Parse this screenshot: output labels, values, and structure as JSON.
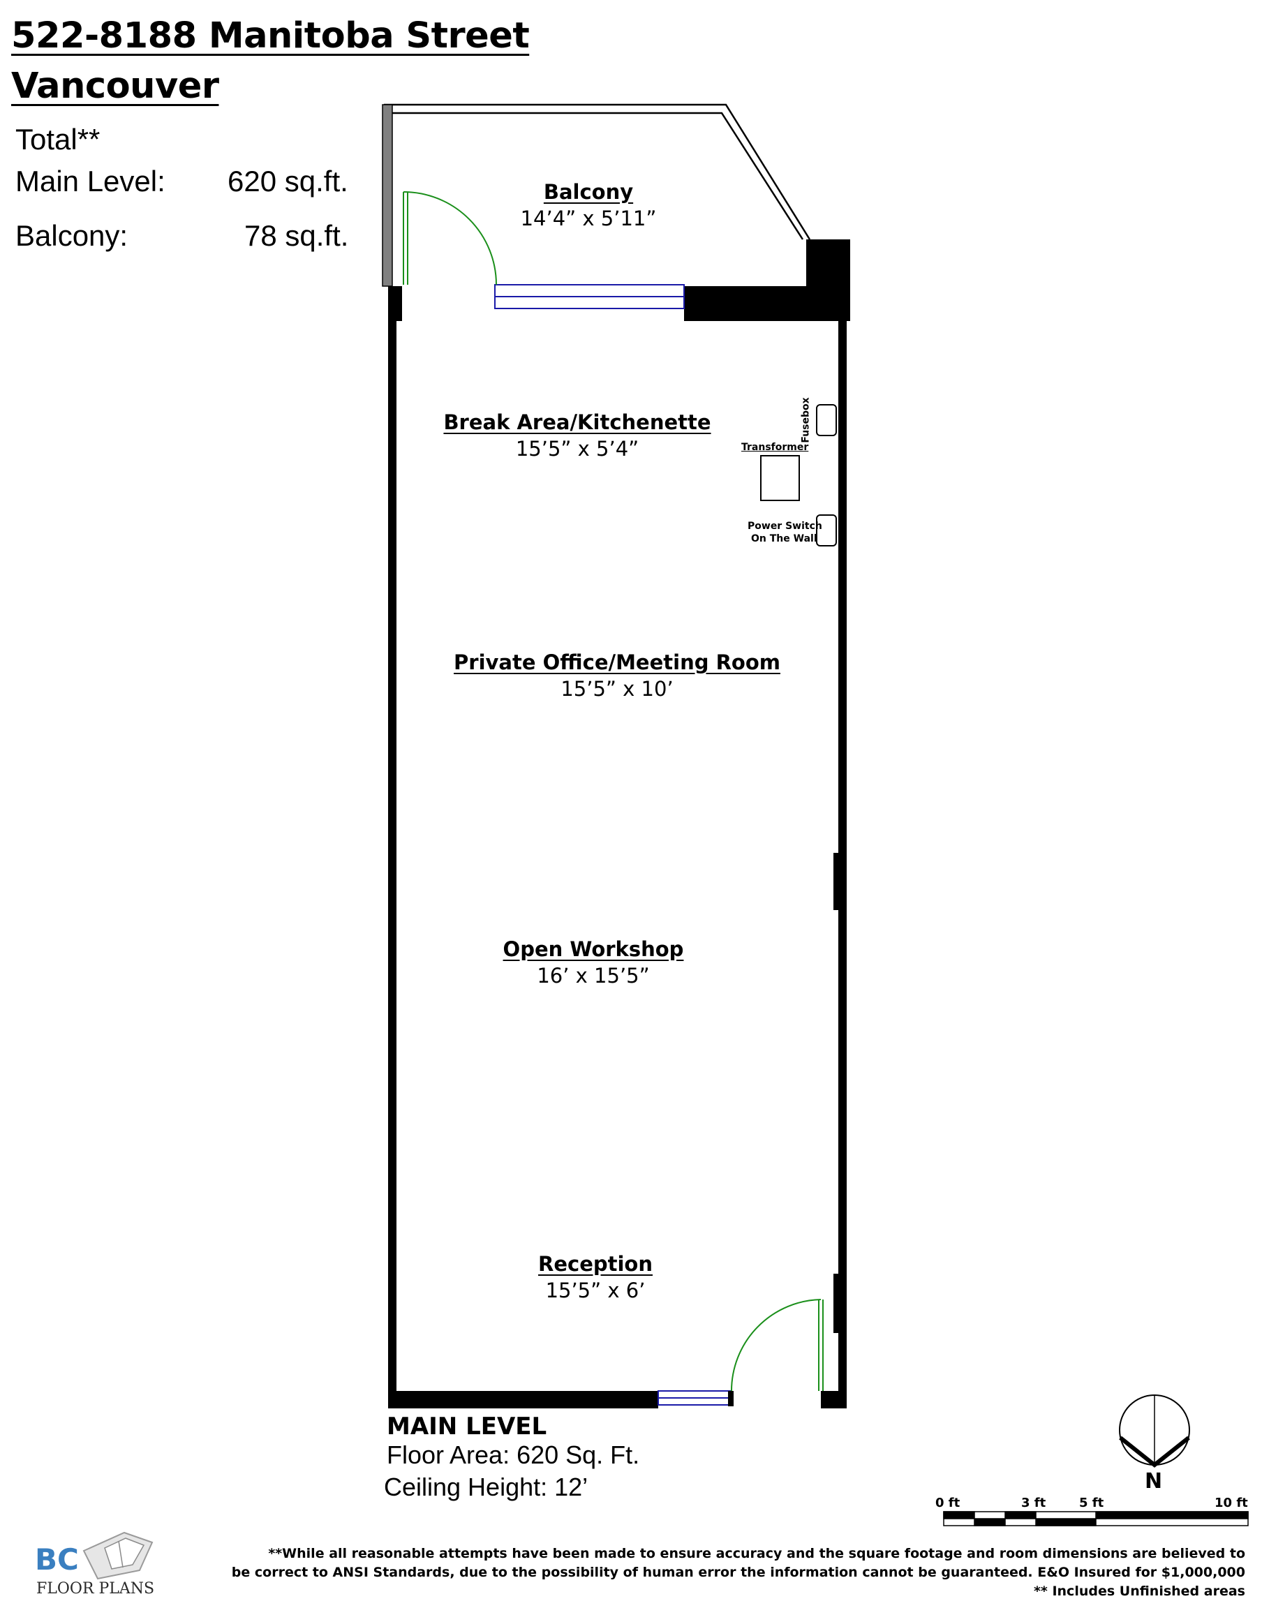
{
  "header": {
    "address_line1": "522-8188 Manitoba Street",
    "address_line2": "Vancouver"
  },
  "summary": {
    "total_label": "Total**",
    "main_label": "Main Level:",
    "main_value": "620 sq.ft.",
    "balcony_label": "Balcony:",
    "balcony_value": "78 sq.ft."
  },
  "rooms": {
    "balcony": {
      "name": "Balcony",
      "dims": "14’4” x 5’11”"
    },
    "break_area": {
      "name": "Break Area/Kitchenette",
      "dims": "15’5” x 5’4”"
    },
    "private_office": {
      "name": "Private Office/Meeting Room",
      "dims": "15’5” x 10’"
    },
    "workshop": {
      "name": "Open Workshop",
      "dims": "16’ x 15’5”"
    },
    "reception": {
      "name": "Reception",
      "dims": "15’5” x 6’"
    }
  },
  "fixtures": {
    "fusebox": "Fusebox",
    "transformer": "Transformer",
    "power_switch_line1": "Power Switch",
    "power_switch_line2": "On The Wall"
  },
  "level_info": {
    "title": "MAIN LEVEL",
    "floor_area": "Floor Area: 620 Sq. Ft.",
    "ceiling_height": "Ceiling Height: 12’"
  },
  "compass": {
    "label": "N"
  },
  "scale_bar": {
    "labels": [
      "0 ft",
      "3 ft",
      "5 ft",
      "10 ft"
    ]
  },
  "logo": {
    "letters": "BC",
    "text": "FLOOR PLANS"
  },
  "disclaimer": {
    "line1": "**While all reasonable attempts have been made to ensure accuracy and the square footage and room dimensions are believed to",
    "line2": "be correct to ANSI Standards, due to the possibility of human error the information cannot be guaranteed. E&O Insured for $1,000,000",
    "line3": "** Includes Unfinished areas"
  },
  "colors": {
    "wall": "#000000",
    "door": "#1a8f1a",
    "window": "#1a1aa8",
    "logo": "#3a7fc0"
  }
}
